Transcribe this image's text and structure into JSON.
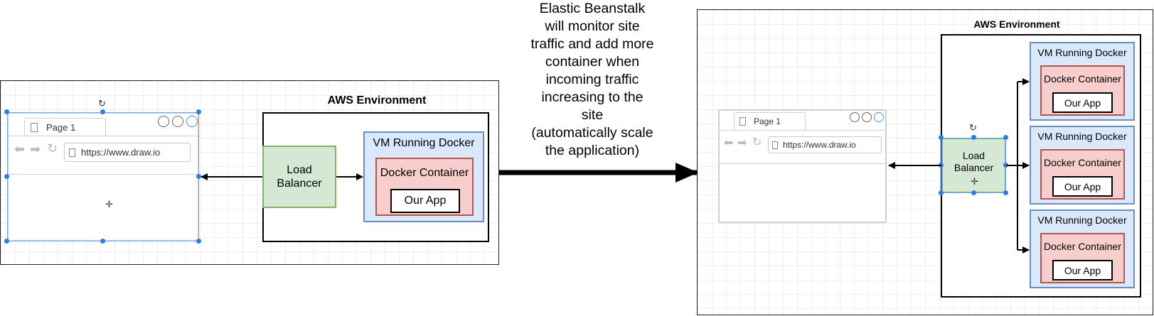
{
  "caption_lines": [
    "Elastic Beanstalk",
    "will monitor site",
    "traffic and add more",
    "container when",
    "incoming traffic",
    "increasing to the",
    "site",
    "(automatically scale",
    "the application)"
  ],
  "left": {
    "aws_title": "AWS Environment",
    "browser": {
      "tab": "Page 1",
      "url": "https://www.draw.io"
    },
    "load_balancer": "Load Balancer",
    "vm": {
      "title": "VM Running Docker",
      "container": "Docker Container",
      "app": "Our App"
    }
  },
  "right": {
    "aws_title": "AWS Environment",
    "browser": {
      "tab": "Page 1",
      "url": "https://www.draw.io"
    },
    "load_balancer": "Load Balancer",
    "vms": [
      {
        "title": "VM Running Docker",
        "container": "Docker Container",
        "app": "Our App"
      },
      {
        "title": "VM Running Docker",
        "container": "Docker Container",
        "app": "Our App"
      },
      {
        "title": "VM Running Docker",
        "container": "Docker Container",
        "app": "Our App"
      }
    ]
  },
  "colors": {
    "load_balancer_fill": "#d5e8d4",
    "load_balancer_stroke": "#82b366",
    "vm_fill": "#dae8fc",
    "vm_stroke": "#6c8ebf",
    "container_fill": "#f8cecc",
    "container_stroke": "#b85450",
    "selection": "#2b7de9"
  }
}
